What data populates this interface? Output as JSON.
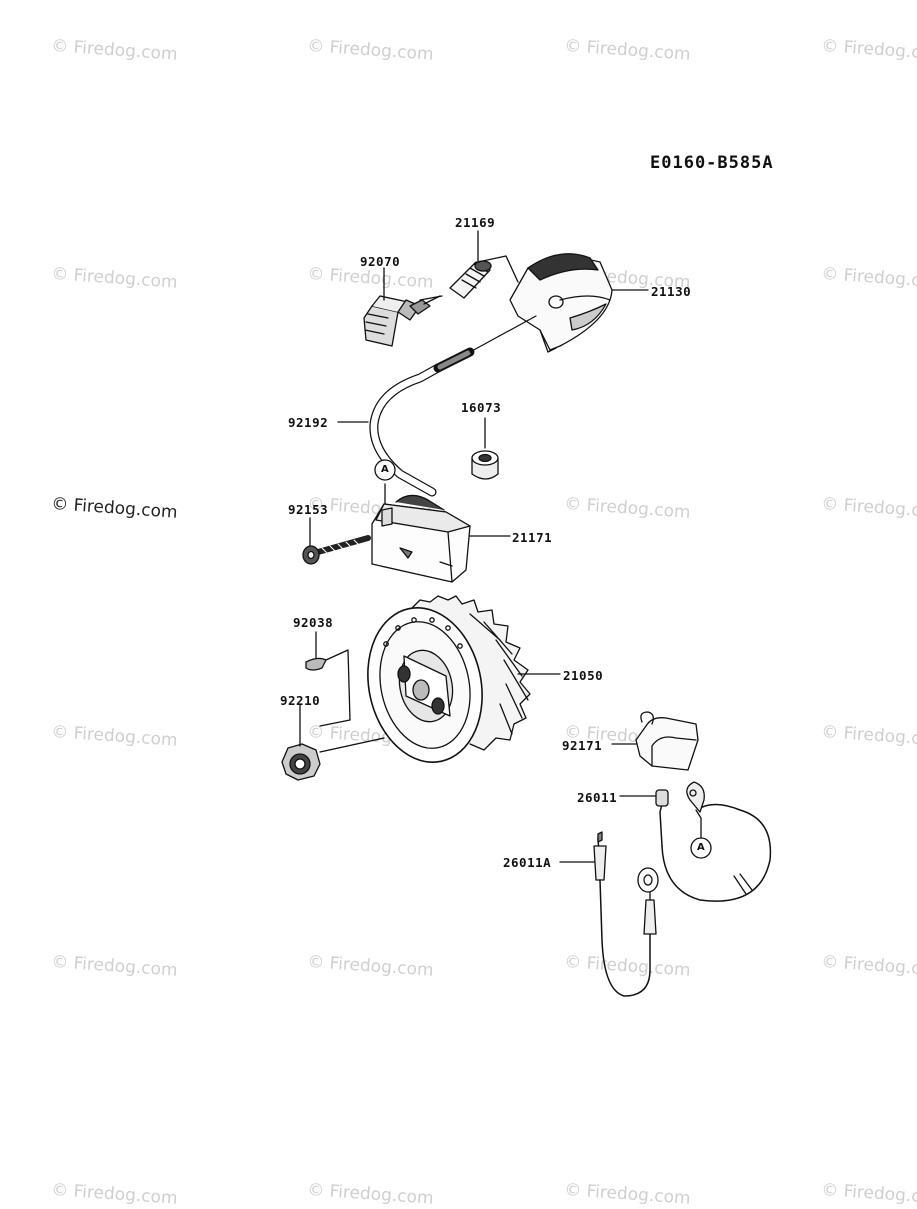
{
  "diagram_code": "E0160-B585A",
  "watermark": "© Firedog.com",
  "callout_ref": "A",
  "parts": [
    {
      "number": "21169"
    },
    {
      "number": "92070"
    },
    {
      "number": "21130"
    },
    {
      "number": "92192"
    },
    {
      "number": "16073"
    },
    {
      "number": "92153"
    },
    {
      "number": "21171"
    },
    {
      "number": "92038"
    },
    {
      "number": "21050"
    },
    {
      "number": "92210"
    },
    {
      "number": "92171"
    },
    {
      "number": "26011"
    },
    {
      "number": "26011A"
    }
  ]
}
